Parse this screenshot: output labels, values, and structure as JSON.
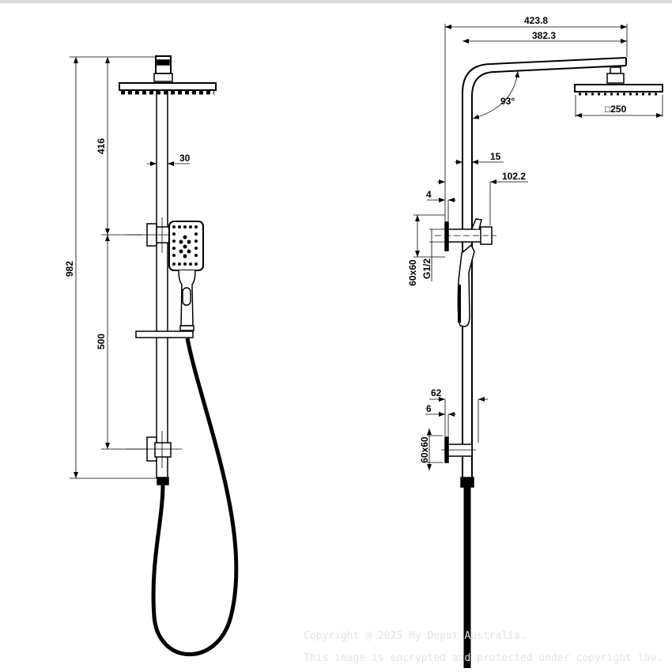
{
  "front_view": {
    "dimensions": {
      "total_height": "982",
      "head_to_bracket": "416",
      "bracket_spacing": "500",
      "rail_diameter": "30"
    }
  },
  "side_view": {
    "dimensions": {
      "arm_overall": "423.8",
      "arm_projection": "382.3",
      "arm_angle": "93°",
      "head_size": "□250",
      "rail_offset": "15",
      "bracket_projection": "102.2",
      "flange_thickness": "4",
      "top_flange_size": "60x60",
      "inlet_thread": "G1/2",
      "lower_bracket_projection": "62",
      "lower_flange_thickness": "6",
      "lower_flange_size": "60x60"
    }
  },
  "watermark": {
    "line1": "Copyright @ 2025 My Depot Australia.",
    "line2": "This image is encrypted and protected under copyright law."
  }
}
